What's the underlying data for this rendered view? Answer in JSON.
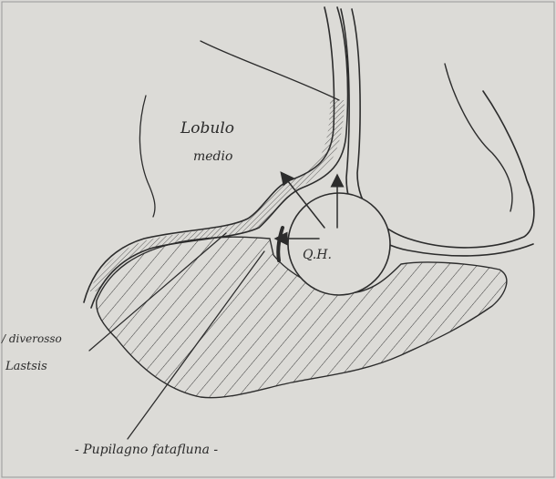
{
  "labels": {
    "lobe_line1": "Lobulo",
    "lobe_line2": "medio",
    "center": "Q.H.",
    "left_line1": "/ diverosso",
    "left_line2": "Lastsis",
    "bottom": "- Pupilagno fatafluna -"
  },
  "colors": {
    "paper": "#d9d8d5",
    "pencil": "#2c2c2c"
  }
}
